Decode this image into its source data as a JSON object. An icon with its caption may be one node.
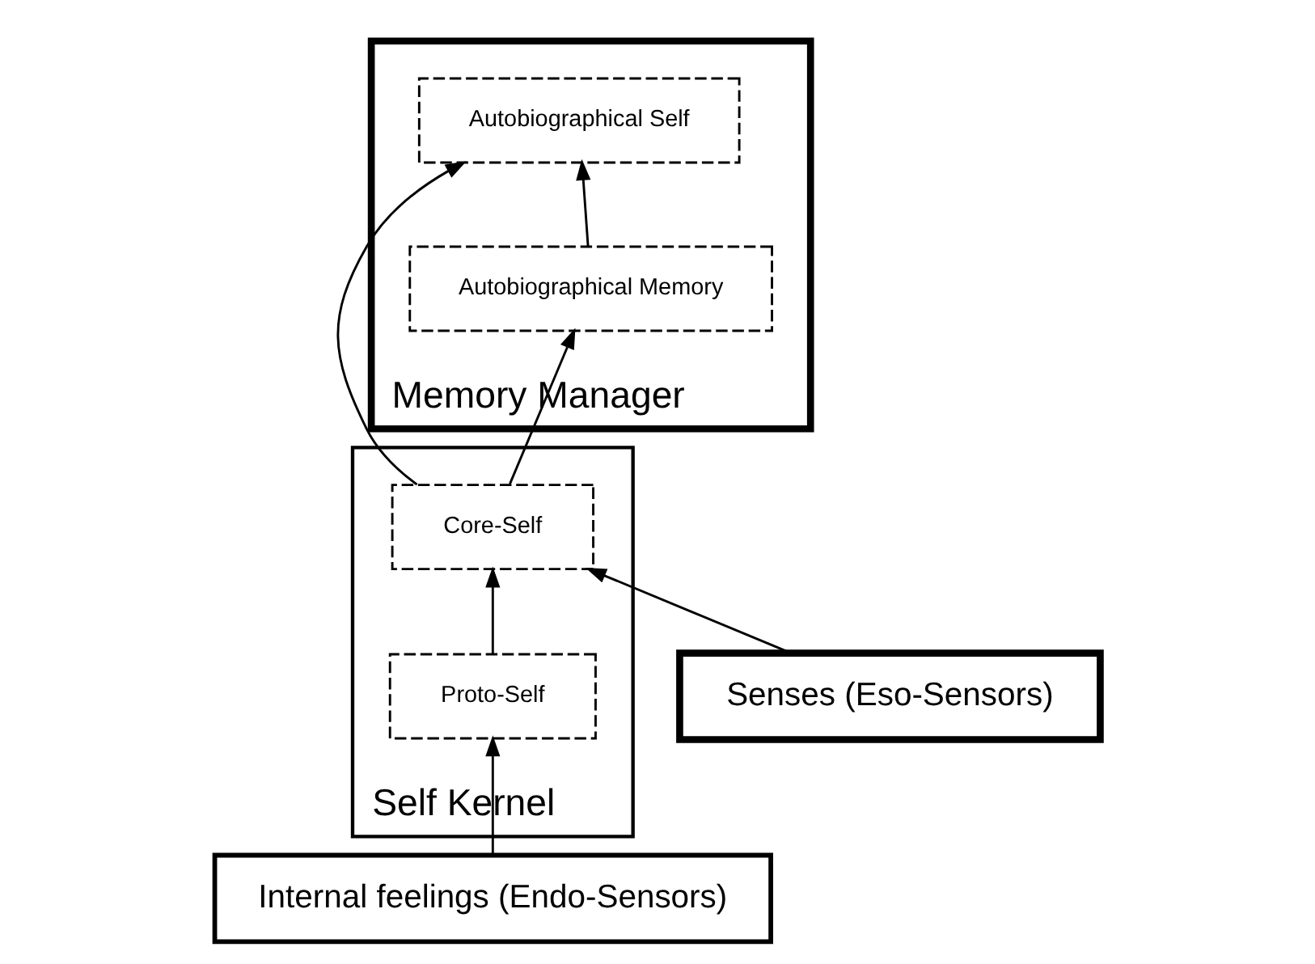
{
  "diagram": {
    "nodes": [
      {
        "text": [
          "Memory Manager"
        ]
      },
      {
        "text": [
          "Autobiographical Self"
        ],
        "in": 0
      },
      {
        "text": [
          "Autobiographical Memory"
        ],
        "in": 0
      },
      {
        "text": [
          "Self Kernel"
        ]
      },
      {
        "text": [
          "Core-Self"
        ],
        "in": 3
      },
      {
        "text": [
          "Proto-Self"
        ],
        "in": 3
      },
      {
        "text": [
          "Senses (Eso-Sensors)"
        ]
      },
      {
        "text": [
          "Internal feelings (Endo-Sensors)"
        ]
      }
    ],
    "edges": [
      {
        "from": 2,
        "to": 1,
        "arrow": "to"
      },
      {
        "from": 4,
        "to": 2,
        "arrow": "to"
      },
      {
        "from": 4,
        "to": 1,
        "arrow": "to"
      },
      {
        "from": 5,
        "to": 4,
        "arrow": "to"
      },
      {
        "from": 6,
        "to": 4,
        "arrow": "to"
      },
      {
        "from": 7,
        "to": 5,
        "arrow": "to"
      }
    ]
  }
}
